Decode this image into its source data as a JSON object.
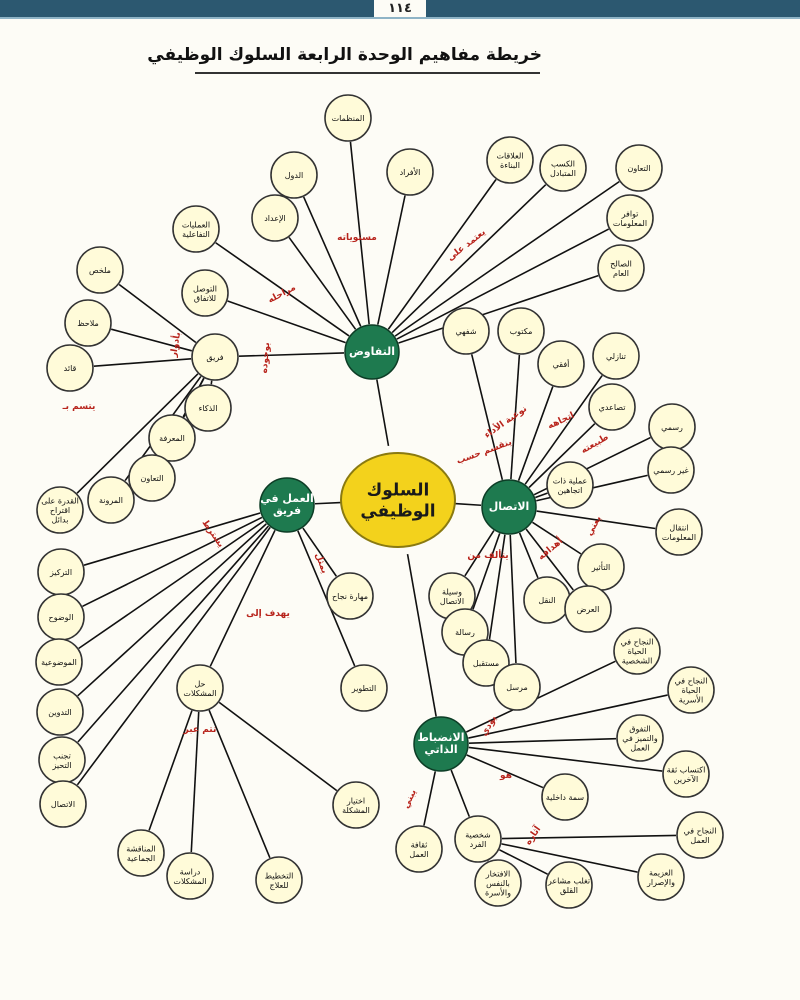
{
  "page_number": "١١٤",
  "title": "خريطة مفاهيم الوحدة الرابعة السلوك الوظيفي",
  "nodes": {
    "center": "السلوك الوظيفي",
    "h_negotiation": "التفاوض",
    "h_communication": "الاتصال",
    "h_teamwork": "العمل في فريق",
    "h_selfdiscipline": "الانضباط الذاتي",
    "n_orgs": "المنظمات",
    "n_states": "الدول",
    "n_individuals": "الأفراد",
    "n_interactive": "العمليات التفاعلية",
    "n_prep": "الإعداد",
    "n_agreement": "التوصل للاتفاق",
    "n_good_rel": "العلاقات البناءة",
    "n_mutual": "الكسب المتبادل",
    "n_coop": "التعاون",
    "n_info": "توافر المعلومات",
    "n_public": "الصالح العام",
    "n_summarizer": "ملخص",
    "n_observer": "ملاحظ",
    "n_leader": "قائد",
    "n_team": "فريق",
    "n_intel": "الذكاء",
    "n_knowledge": "المعرفة",
    "n_teamcoop": "التعاون",
    "n_flex": "المرونة",
    "n_suggest": "القدرة على اقتراح بدائل",
    "n_oral": "شفهي",
    "n_written": "مكتوب",
    "n_horizontal": "أفقي",
    "n_sequential": "تنازلي",
    "n_ascending": "تصاعدي",
    "n_formal": "رسمي",
    "n_informal": "غير رسمي",
    "n_process": "عملية ذات اتجاهين",
    "n_transfer": "انتقال المعلومات",
    "n_impact": "التأثير",
    "n_means": "وسيلة الاتصال",
    "n_transmit": "النقل",
    "n_message": "رسالة",
    "n_display": "العرض",
    "n_receiver": "مستقبل",
    "n_sender": "مرسل",
    "n_focus": "التركيز",
    "n_clarity": "الوضوح",
    "n_objectivity": "الموضوعية",
    "n_notes": "التدوين",
    "n_avoid_bias": "تجنب التحيز",
    "n_comm": "الاتصال",
    "n_skill": "مهارة نجاح",
    "n_problem": "حل المشكلات",
    "n_develop": "التطوير",
    "n_choose": "اختيار المشكلة",
    "n_discuss": "المناقشة الجماعية",
    "n_study": "دراسة المشكلات",
    "n_plan": "التخطيط للعلاج",
    "n_success_personal": "النجاح في الحياة الشخصية",
    "n_success_family": "النجاح في الحياة الأسرية",
    "n_excel": "التفوق والتميز في العمل",
    "n_trust": "اكتساب ثقة الآخرين",
    "n_trait": "سمة داخلية",
    "n_work_culture": "ثقافة العمل",
    "n_personality": "شخصية الفرد",
    "n_success_work": "النجاح في العمل",
    "n_determination": "العزيمة والإصرار",
    "n_pride": "الافتخار بالنفس والأسرة",
    "n_overcome": "تغلب مشاعر القلق"
  },
  "edge_labels": {
    "levels": "مستوياته",
    "stages": "مراحله",
    "depends": "يعتمد على",
    "parts": "بوجوده",
    "roles": "بأدوار",
    "traits": "يتسم بـ",
    "types": "نوعية الأداء",
    "divides": "ينقسم حسب",
    "direction": "اتجاهه",
    "nature": "طبيعته",
    "meaning": "يعني",
    "consists": "يتألف من",
    "goals": "أهدافه",
    "requires": "يشترط",
    "is": "يمثل",
    "aims": "يهدف إلى",
    "through": "تتم عبر",
    "leads": "يؤدي",
    "its": "هو",
    "builds": "يبني",
    "effects": "آثاره"
  },
  "colors": {
    "hub_green": "#1e7a4f",
    "center_yellow": "#f3d21c",
    "leaf_fill": "#fffbd9",
    "edge_label_red": "#b8241c",
    "top_band": "#2c5870"
  }
}
